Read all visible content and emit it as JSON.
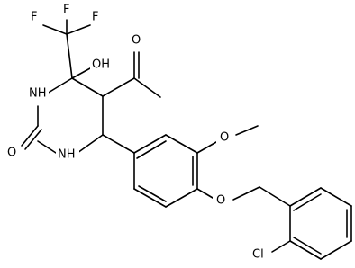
{
  "molecule": {
    "atoms": {
      "F_left": "F",
      "F_mid": "F",
      "F_right": "F",
      "OH": "OH",
      "NH_upper": "NH",
      "NH_lower": "NH",
      "O_carbonyl_ring": "O",
      "O_acetyl": "O",
      "O_methoxy": "O",
      "O_ether": "O",
      "Cl": "Cl"
    }
  }
}
